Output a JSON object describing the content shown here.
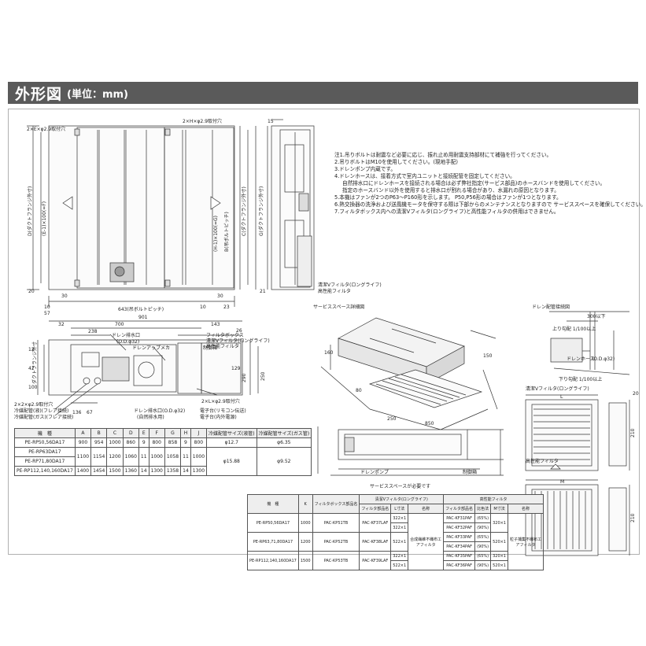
{
  "header": {
    "title": "外形図",
    "unit": "(単位：mm)"
  },
  "notes": [
    "注1.吊りボルトは耐震など必要に応じ、振れ止め用耐震支持部材にて補強を行ってください。",
    "2.吊りボルトはM10を使用してください。(現地手配)",
    "3.ドレンポンプ内蔵です。",
    "4.ドレンホースは、接着方式で室内ユニットと接続配管を固定してください。",
    "自然排水口にドレンホースを接続される場合は必ず弊社指定(サービス部品)のホースバンドを使用してください。",
    "指定のホースバンド以外を使用すると排水口が割れる場合があり、水漏れの原因となります。",
    "5.本機はファンが2つのP63～P160形を示します。 P50,P56形の場合はファンが1つとなります。",
    "6.熱交換器の洗浄および送風機モータを保守する際は下部からのメンテナンスとなりますので サービススペースを確保してください。",
    "7.フィルタボックス内への清潔Vフィルタ(ロングライフ)と高性能フィルタの併用はできません。"
  ],
  "top_view": {
    "dims_top_left": "2×E×φ2.9取付穴",
    "dims_top_right": "2×H×φ2.9取付穴",
    "pitch": "643(吊ボルトピッチ)",
    "left_label": "D(ダクトフランジ外寸)",
    "left_label2": "(E-1)×100(=F)",
    "right_label": "(H-1)×100(=G)",
    "right_label2": "B(吊ボルトピッチ)",
    "right_label3": "C(ダクトフランジ外寸)",
    "right_label4": "G(ダクトフランジ外寸)",
    "d20": "20",
    "d10": "10",
    "d57": "57",
    "d23": "23",
    "d30": "30",
    "d30b": "30",
    "d10b": "10",
    "d15": "15",
    "d21": "21"
  },
  "front_view": {
    "d901": "901",
    "d700": "700",
    "d238": "238",
    "d143": "143",
    "d32": "32",
    "d26": "26",
    "drain_outlet": "ドレン排水口",
    "drain_od": "(O.D.φ32)",
    "drain_pump": "ドレンアップメカ",
    "ctrl_box": "制御箱",
    "filter_box": "フィルタボックス",
    "clean_filter": "清潔Vフィルタ(ロングライフ)",
    "hp_filter": "高性能フィルタ",
    "mount_holes": "2×L×φ2.9取付穴",
    "drain_natural": "ドレン排水口(O.D.φ32)",
    "natural_drain": "(自然排水用)",
    "terminal_rc": "電子台(リモコン伝送)",
    "terminal_pw": "電子台(内外電源)",
    "liquid": "冷媒配管(液)(フレア接続)",
    "gas": "冷媒配管(ガス)(フレア接続)",
    "d136": "136",
    "d67": "67",
    "d290": "290",
    "d250": "250",
    "d129": "129",
    "d12": "12",
    "d42": "42",
    "d100": "100",
    "duct_label": "ダクトフランジ外寸",
    "w2": "2×2×φ2.9取付穴"
  },
  "spec_table": {
    "headers": [
      "機　種",
      "A",
      "B",
      "C",
      "D",
      "E",
      "F",
      "G",
      "H",
      "J",
      "冷媒配管サイズ(液管)",
      "冷媒配管サイズ(ガス管)"
    ],
    "rows": [
      [
        "PE-RP50,56DA17",
        "900",
        "954",
        "1000",
        "860",
        "9",
        "800",
        "858",
        "9",
        "800",
        "φ12.7",
        "φ6.35"
      ],
      [
        "PE-RP63DA17",
        "1100",
        "1154",
        "1200",
        "1060",
        "11",
        "1000",
        "1058",
        "11",
        "1000",
        "",
        ""
      ],
      [
        "PE-RP71,80DA17",
        "",
        "",
        "",
        "",
        "",
        "",
        "",
        "",
        "",
        "φ15.88",
        "φ9.52"
      ],
      [
        "PE-RP112,140,160DA17",
        "1400",
        "1454",
        "1500",
        "1360",
        "14",
        "1300",
        "1358",
        "14",
        "1300",
        "",
        ""
      ]
    ]
  },
  "side_view": {
    "clean_filter": "清潔Vフィルタ(ロングライフ)",
    "hp_filter": "高性能フィルタ",
    "service_space": "サービススペース詳細図",
    "d1": "160",
    "d2": "80",
    "d3": "250",
    "d4": "850",
    "d5": "150"
  },
  "drain_detail": {
    "title": "ドレン配管接続図",
    "dim": "300以下",
    "hose": "ドレンホース",
    "hose_od": "(O.D.φ32)",
    "up": "上り勾配 1/100以上",
    "down": "下り勾配 1/100以上"
  },
  "filters": {
    "clean_title": "清潔Vフィルタ(ロングライフ)",
    "clean_L": "L",
    "hp_title": "高性能フィルタ",
    "hp_M": "M",
    "d210": "210",
    "d210b": "210",
    "d20": "20"
  },
  "maint_caption": "サービススペースが必要です",
  "pump_label": "ドレンポンプ",
  "box_label": "制御箱",
  "filter_table": {
    "h1": "機　種",
    "h2": "K",
    "h3": "清潔Vフィルタ(ロングライフ)",
    "h4": "高性能フィルタ",
    "sub": [
      "フィルタボックス部品名",
      "フィルタ部品名",
      "L寸法",
      "名称",
      "フィルタ部品名",
      "比色法",
      "M寸法",
      "名称"
    ],
    "rows": [
      [
        "PE-RP50,56DA17",
        "1000",
        "PAC-KP51TB",
        "PAC-KF37LAF",
        "322×1",
        "",
        "PAC-KF31PAF",
        "(65%)",
        "320×1",
        ""
      ],
      [
        "",
        "",
        "",
        "",
        "322×1",
        "",
        "PAC-KF32PAF",
        "(90%)",
        "",
        ""
      ],
      [
        "PE-RP63,71,80DA17",
        "1200",
        "PAC-KP52TB",
        "PAC-KF38LAF",
        "522×1",
        "合成繊維不織布エアフィルタ",
        "PAC-KF33PAF",
        "(65%)",
        "520×1",
        "粒子捕集不織布エアフィルタ"
      ],
      [
        "",
        "",
        "",
        "",
        "",
        "",
        "PAC-KF34PAF",
        "(90%)",
        "",
        ""
      ],
      [
        "PE-RP112,140,160DA17",
        "1500",
        "PAC-KP53TB",
        "PAC-KF39LAF",
        "322×1",
        "",
        "PAC-KF35PAF",
        "(65%)",
        "320×1",
        ""
      ],
      [
        "",
        "",
        "",
        "",
        "522×1",
        "",
        "PAC-KF36PAF",
        "(90%)",
        "520×1",
        ""
      ]
    ]
  }
}
